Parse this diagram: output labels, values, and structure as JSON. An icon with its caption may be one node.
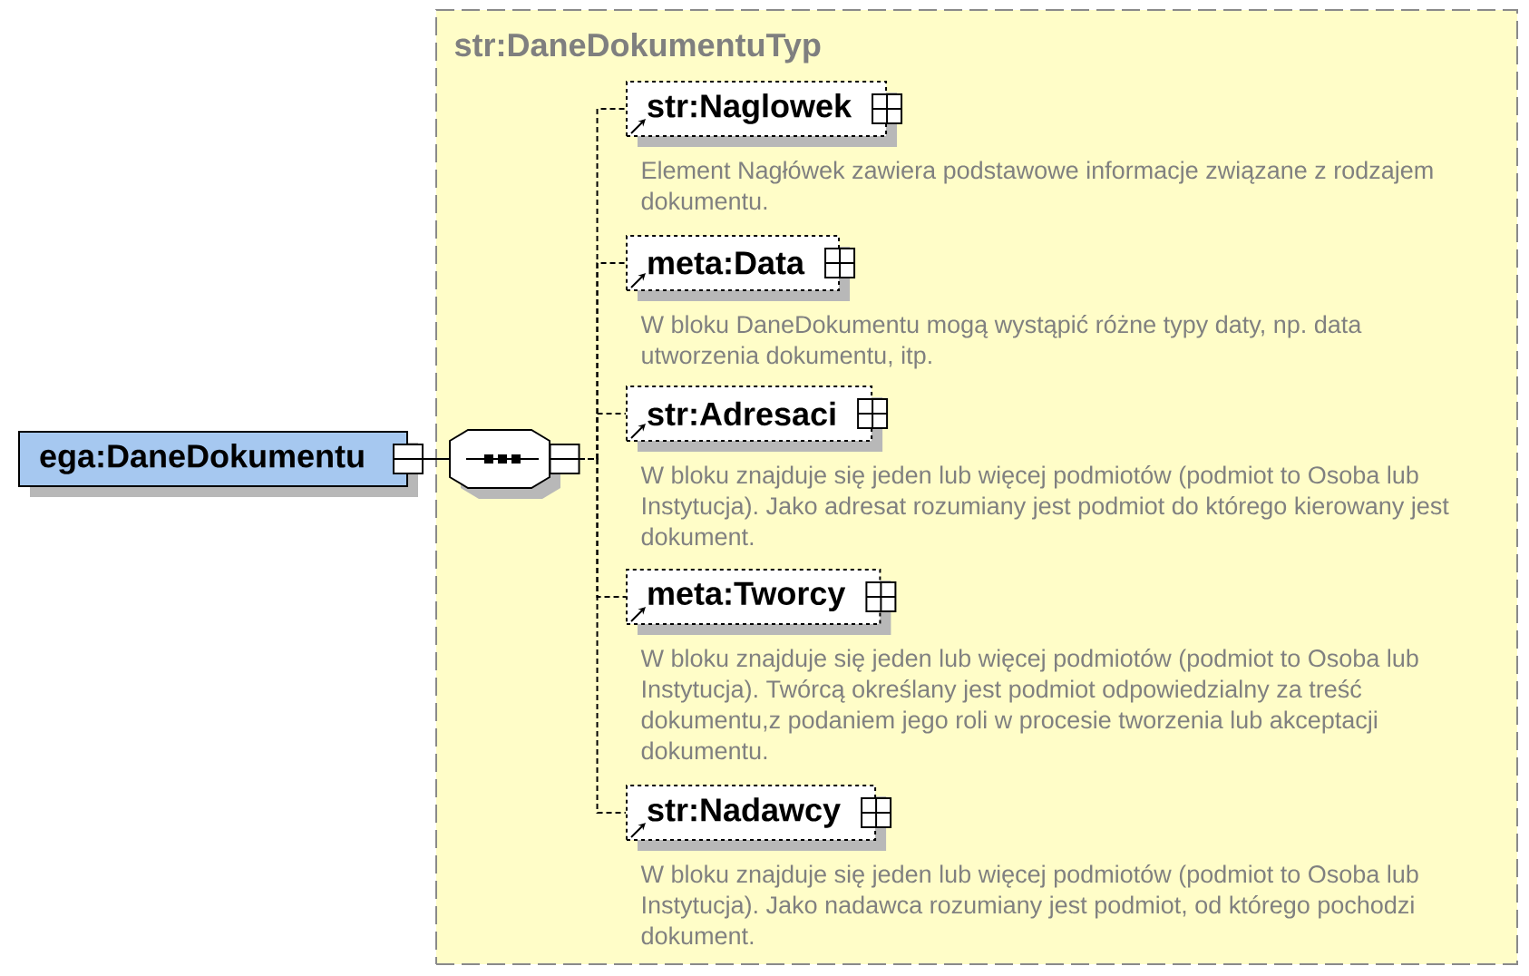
{
  "diagram": {
    "nodes": [
      {
        "text": [
          "ega:DaneDokumentu"
        ]
      },
      {
        "text": [
          "str:DaneDokumentuTyp"
        ]
      },
      {
        "text": [],
        "shape": "octagon",
        "in": 1
      },
      {
        "text": [
          "str:Naglowek"
        ],
        "in": 1,
        "beside": [
          "Element Nagłówek zawiera podstawowe informacje związane z rodzajem dokumentu."
        ]
      },
      {
        "text": [
          "meta:Data"
        ],
        "in": 1,
        "beside": [
          "W bloku DaneDokumentu mogą wystąpić różne typy daty, np. data utworzenia dokumentu, itp."
        ]
      },
      {
        "text": [
          "str:Adresaci"
        ],
        "in": 1,
        "beside": [
          "W bloku znajduje się jeden lub więcej podmiotów (podmiot to Osoba lub Instytucja). Jako adresat rozumiany jest podmiot do którego kierowany jest dokument."
        ]
      },
      {
        "text": [
          "meta:Tworcy"
        ],
        "in": 1,
        "beside": [
          "W bloku znajduje się jeden lub więcej podmiotów (podmiot to Osoba lub Instytucja). Twórcą określany jest podmiot odpowiedzialny za treść dokumentu,z podaniem jego roli w procesie tworzenia lub akceptacji dokumentu."
        ]
      },
      {
        "text": [
          "str:Nadawcy"
        ],
        "in": 1,
        "beside": [
          "W bloku znajduje się jeden lub więcej podmiotów (podmiot to Osoba lub Instytucja). Jako nadawca rozumiany jest podmiot, od którego pochodzi dokument."
        ]
      }
    ],
    "edges": [
      {
        "from": 0,
        "to": 2,
        "arrow": "none"
      },
      {
        "from": 2,
        "to": 3,
        "arrow": "none",
        "style": "dashed"
      },
      {
        "from": 2,
        "to": 4,
        "arrow": "none",
        "style": "dashed"
      },
      {
        "from": 2,
        "to": 5,
        "arrow": "none",
        "style": "dashed"
      },
      {
        "from": 2,
        "to": 6,
        "arrow": "none",
        "style": "dashed"
      },
      {
        "from": 2,
        "to": 7,
        "arrow": "none",
        "style": "dashed"
      }
    ]
  }
}
